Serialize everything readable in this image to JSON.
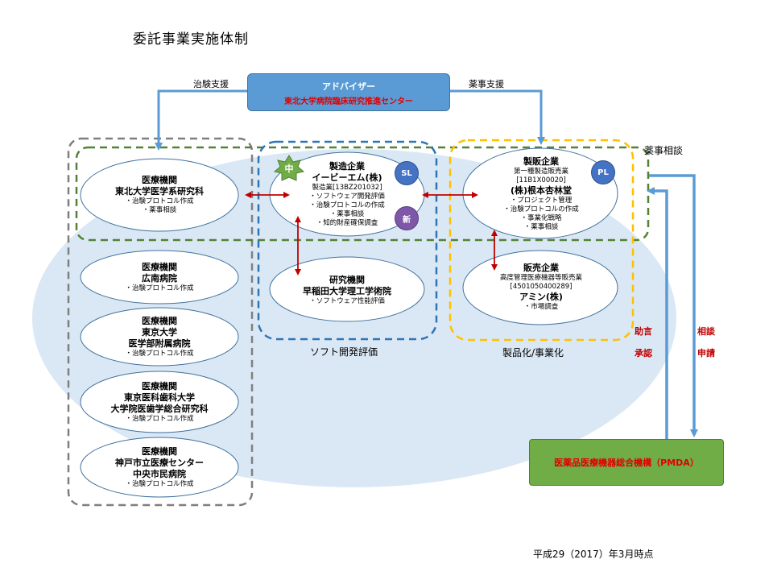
{
  "title": "委託事業実施体制",
  "advisor": {
    "heading": "アドバイザー",
    "name": "東北大学病院臨床研究推進センター"
  },
  "labels": {
    "clinical_support": "治験支援",
    "regulatory_support": "薬事支援",
    "regulatory_consult": "薬事相談",
    "software_eval": "ソフト開発評価",
    "commercialization": "製品化/事業化",
    "advice": "助言",
    "approval": "承認",
    "consult": "相談",
    "apply": "申請",
    "date": "平成29（2017）年3月時点"
  },
  "medical": [
    {
      "heading": "医療機関",
      "name": "東北大学医学系研究科",
      "items": [
        "・治験プロトコル作成",
        "・薬事相談"
      ]
    },
    {
      "heading": "医療機関",
      "name": "広南病院",
      "items": [
        "・治験プロトコル作成"
      ]
    },
    {
      "heading": "医療機関",
      "name": "東京大学",
      "name2": "医学部附属病院",
      "items": [
        "・治験プロトコル作成"
      ]
    },
    {
      "heading": "医療機関",
      "name": "東京医科歯科大学",
      "name2": "大学院医歯学総合研究科",
      "items": [
        "・治験プロトコル作成"
      ]
    },
    {
      "heading": "医療機関",
      "name": "神戸市立医療センター",
      "name2": "中央市民病院",
      "items": [
        "・治験プロトコル作成"
      ]
    }
  ],
  "manufacturer": {
    "heading": "製造企業",
    "name": "イービーエム(株)",
    "license": "製造業[13BZ201032]",
    "items": [
      "・ソフトウェア開発評価",
      "・治験プロトコルの作成",
      "・薬事相談",
      "・知的財産確保調査"
    ]
  },
  "research": {
    "heading": "研究機関",
    "name": "早稲田大学理工学術院",
    "items": [
      "・ソフトウェア性能評価"
    ]
  },
  "distributor": {
    "heading": "製販企業",
    "license_type": "第一種製造販売業",
    "license": "[11B1X00020]",
    "name": "(株)根本杏林堂",
    "items": [
      "・プロジェクト管理",
      "・治験プロトコルの作成",
      "・事業化戦略",
      "・薬事相談"
    ]
  },
  "sales": {
    "heading": "販売企業",
    "license_type": "高度管理医療機器等販売業",
    "license": "[4501050400289]",
    "name": "アミン(株)",
    "items": [
      "・市場調査"
    ]
  },
  "pmda": {
    "name": "医薬品医療機器総合機構（PMDA）"
  },
  "badges": {
    "chu": "中",
    "sl": "SL",
    "shin": "新",
    "pl": "PL"
  },
  "colors": {
    "blue_box": "#5b9bd5",
    "pmda": "#70ad47",
    "red": "#c00000",
    "gray_dash": "#7f7f7f",
    "green_dash": "#548235",
    "blue_dash": "#2e75b6",
    "yellow_dash": "#ffc000",
    "bg_ellipse": "#dae8f5"
  }
}
